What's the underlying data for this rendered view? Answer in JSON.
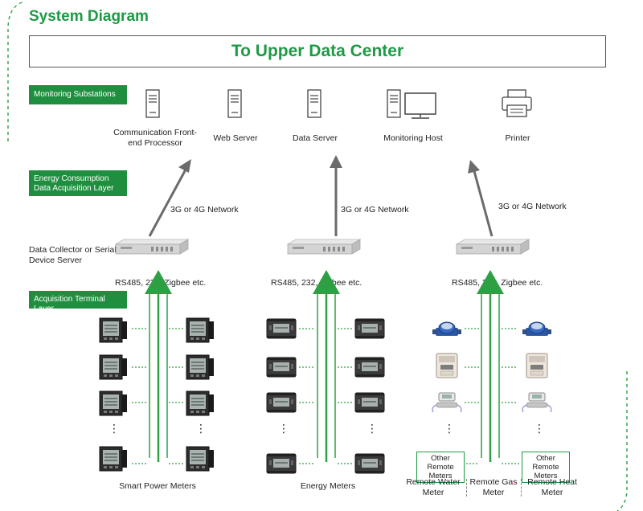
{
  "title": "System Diagram",
  "top_box": "To Upper Data Center",
  "layers": {
    "monitoring": "Monitoring Substations",
    "energy": "Energy Consumption Data Acquisition Layer",
    "terminal": "Acquisition Terminal Layer"
  },
  "stations": [
    {
      "label": "Communication Front-end Processor",
      "icon": "server-tower-icon"
    },
    {
      "label": "Web Server",
      "icon": "server-tower-icon"
    },
    {
      "label": "Data Server",
      "icon": "server-tower-icon"
    },
    {
      "label": "Monitoring Host",
      "icon": "computer-monitor-icon"
    },
    {
      "label": "Printer",
      "icon": "printer-icon"
    }
  ],
  "network_label": "3G or 4G Network",
  "collector_label": "Data Collector or Serial Device Server",
  "bus_label": "RS485, 232, Zigbee etc.",
  "ellipsis": "⋮",
  "groups": [
    {
      "label": "Smart Power Meters"
    },
    {
      "label": "Energy Meters"
    }
  ],
  "remote_other_label": "Other Remote Meters",
  "remote_labels": [
    "Remote Water Meter",
    "Remote Gas Meter",
    "Remote Heat Meter"
  ],
  "colors": {
    "green": "#1e9a45",
    "dark_green": "#1f8f3f",
    "gray_arrow": "#6b6b6b"
  }
}
